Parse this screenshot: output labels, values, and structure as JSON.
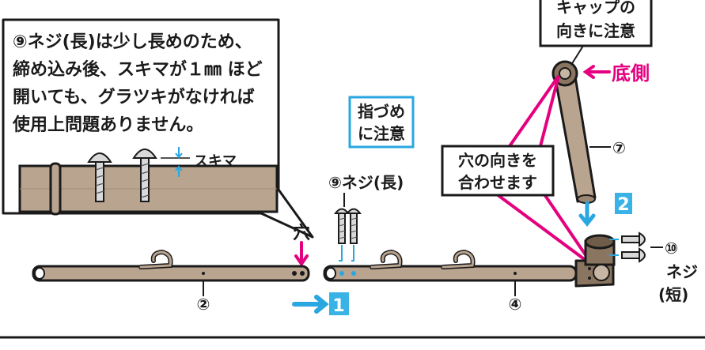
{
  "callout": {
    "lines": [
      "⑨ネジ(長)は少し長めのため、",
      "締め込み後、スキマが１㎜ ほど",
      "開いても、グラツキがなければ",
      "使用上問題ありません。"
    ],
    "gap_label": "スキマ"
  },
  "cap_note": {
    "lines": [
      "キャップの",
      "向きに注意"
    ]
  },
  "bottom_side": "底側",
  "finger_note": {
    "lines": [
      "指づめ",
      "に注意"
    ]
  },
  "hole_align_note": {
    "lines": [
      "穴の向きを",
      "合わせます"
    ]
  },
  "hole_label": "穴",
  "screw_long_label": "⑨ネジ(長)",
  "screw_short_label": {
    "num": "⑩",
    "lines": [
      "ネジ",
      "(短)"
    ]
  },
  "part_labels": {
    "pipe_left": "②",
    "pipe_right": "④",
    "post": "⑦"
  },
  "steps": {
    "step1": "1",
    "step2": "2"
  },
  "colors": {
    "pipe": "#b9a48f",
    "pipe_dark": "#8a7561",
    "accent_cyan": "#2aa7e0",
    "accent_magenta": "#e4007f",
    "step_box": "#39b3e6",
    "outline": "#1a1a1a"
  }
}
